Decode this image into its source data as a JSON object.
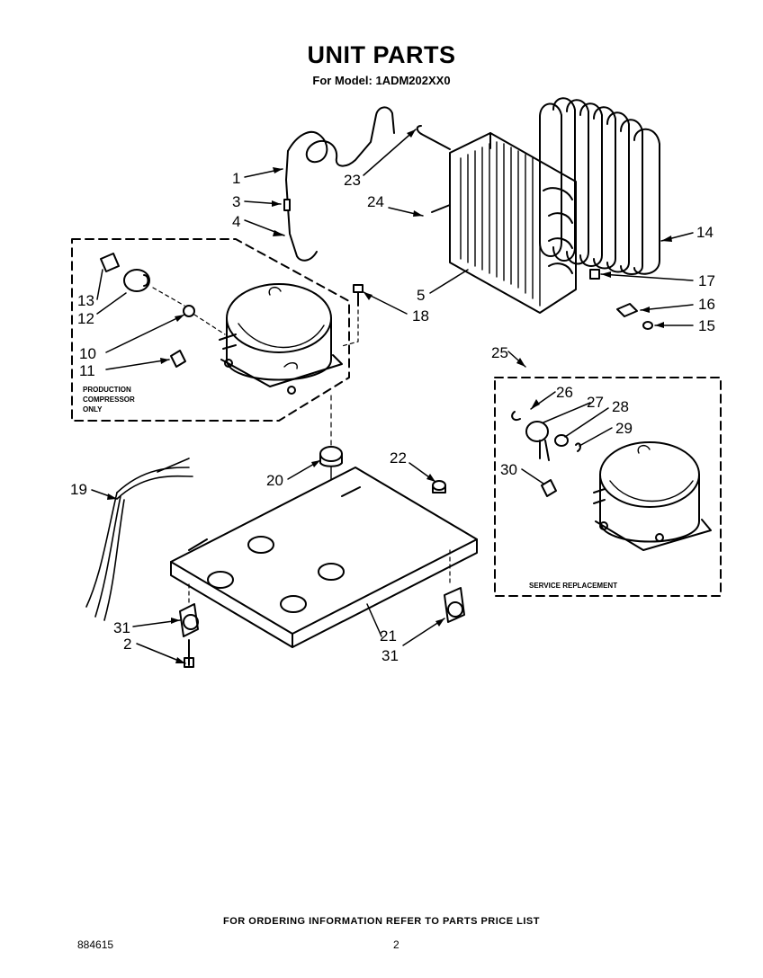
{
  "header": {
    "title": "UNIT PARTS",
    "subtitle": "For Model: 1ADM202XX0"
  },
  "callouts": [
    {
      "id": "c1",
      "label": "1"
    },
    {
      "id": "c2",
      "label": "3"
    },
    {
      "id": "c3",
      "label": "4"
    },
    {
      "id": "c4",
      "label": "23"
    },
    {
      "id": "c5",
      "label": "24"
    },
    {
      "id": "c6",
      "label": "14"
    },
    {
      "id": "c7",
      "label": "13"
    },
    {
      "id": "c8",
      "label": "12"
    },
    {
      "id": "c9",
      "label": "5"
    },
    {
      "id": "c10",
      "label": "18"
    },
    {
      "id": "c11",
      "label": "17"
    },
    {
      "id": "c12",
      "label": "16"
    },
    {
      "id": "c13",
      "label": "15"
    },
    {
      "id": "c14",
      "label": "10"
    },
    {
      "id": "c15",
      "label": "11"
    },
    {
      "id": "c16",
      "label": "25"
    },
    {
      "id": "c17",
      "label": "26"
    },
    {
      "id": "c18",
      "label": "27"
    },
    {
      "id": "c19",
      "label": "28"
    },
    {
      "id": "c20",
      "label": "29"
    },
    {
      "id": "c21",
      "label": "30"
    },
    {
      "id": "c22",
      "label": "20"
    },
    {
      "id": "c23",
      "label": "22"
    },
    {
      "id": "c24",
      "label": "19"
    },
    {
      "id": "c25",
      "label": "31"
    },
    {
      "id": "c26",
      "label": "2"
    },
    {
      "id": "c27",
      "label": "21"
    },
    {
      "id": "c28",
      "label": "31"
    }
  ],
  "box_labels": {
    "production_line1": "PRODUCTION",
    "production_line2": "COMPRESSOR",
    "production_line3": "ONLY",
    "service_replacement": "SERVICE REPLACEMENT"
  },
  "footer": {
    "ordering_note": "FOR ORDERING INFORMATION REFER TO PARTS PRICE LIST",
    "document_number": "884615",
    "page_number": "2"
  }
}
